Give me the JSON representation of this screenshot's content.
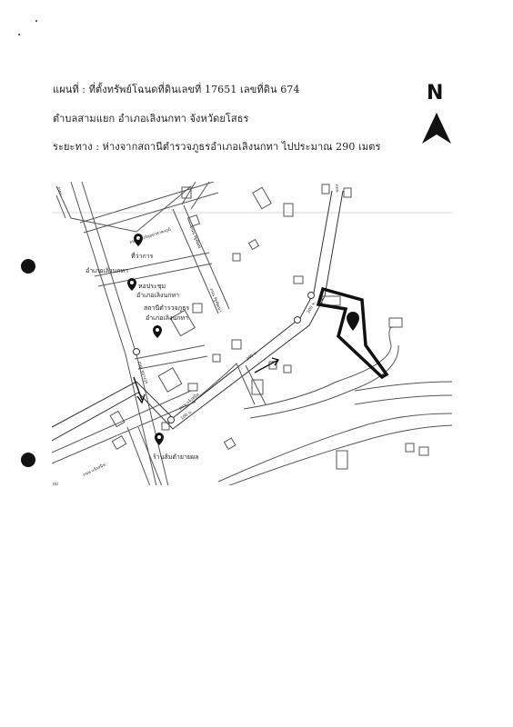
{
  "header": {
    "line1": "แผนที่ : ที่ตั้งทรัพย์โฉนดที่ดินเลขที่ 17651 เลขที่ดิน 674",
    "line2": "ตำบลสามแยก อำเภอเลิงนกทา จังหวัดยโสธร",
    "line3": "ระยะทาง : ห่างจากสถานีตำรวจภูธรอำเภอเลิงนกทา ไปประมาณ 290 เมตร"
  },
  "north": {
    "letter": "N"
  },
  "map": {
    "places": {
      "district_office_1": "ที่ว่าการ",
      "district_office_2": "อำเภอเลิงนกทา",
      "hall_1": "หอประชุม",
      "hall_2": "อำเภอเลิงนกทา",
      "police_1": "สถานีตำรวจภูธร",
      "police_2": "อำเภอเลิงนกทา",
      "restaurant": "ร้านส้มตำยายผล"
    },
    "roads": {
      "road_top": "ถนน กองร้อยอาสาคงภูมิ",
      "road_mid_1": "ถนน รัฐพัฒน์",
      "road_mid_2": "ถนน รัฐพัฒนา",
      "road_main": "ถนน แจ้งสนิท",
      "road_left_v": "ถนน ชยางกูร",
      "road_bottom": "ถนน แจ้งสนิท",
      "road_corner_top": "ถนน",
      "road_top_right": "ถนน"
    },
    "distances": {
      "d1": "100 ม.",
      "d2": "200 ม.",
      "d3": "200 ม."
    },
    "corner_mark": "ถป"
  }
}
